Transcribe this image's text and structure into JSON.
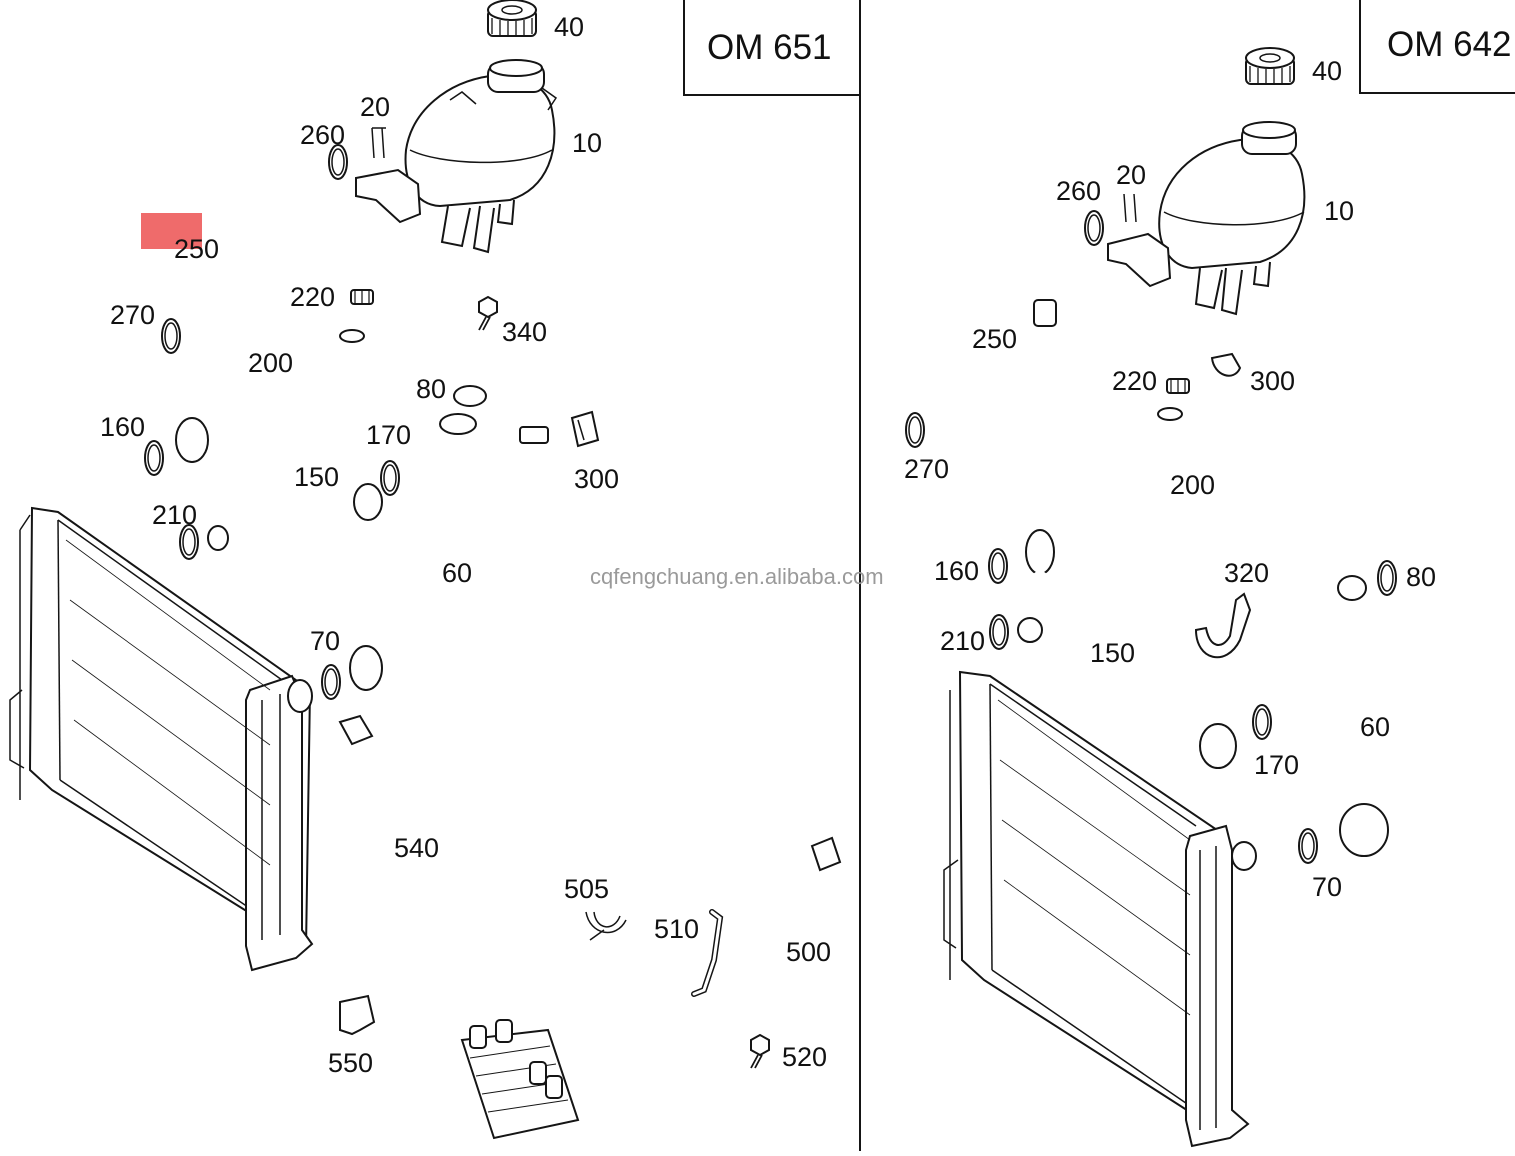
{
  "left_panel": {
    "engine_label": "OM 651",
    "callouts": {
      "c40": "40",
      "c10": "10",
      "c20": "20",
      "c260": "260",
      "c250": "250",
      "c270": "270",
      "c220": "220",
      "c340": "340",
      "c200": "200",
      "c80": "80",
      "c160": "160",
      "c170": "170",
      "c150": "150",
      "c300": "300",
      "c210": "210",
      "c60": "60",
      "c70": "70",
      "c540": "540",
      "c505": "505",
      "c510": "510",
      "c500": "500",
      "c550": "550",
      "c520": "520"
    }
  },
  "right_panel": {
    "engine_label": "OM 642",
    "callouts": {
      "c40": "40",
      "c10": "10",
      "c20": "20",
      "c260": "260",
      "c250": "250",
      "c220": "220",
      "c300": "300",
      "c270": "270",
      "c200": "200",
      "c160": "160",
      "c320": "320",
      "c80": "80",
      "c210": "210",
      "c150": "150",
      "c60": "60",
      "c170": "170",
      "c70": "70"
    }
  },
  "watermark": "cqfengchuang.en.alibaba.com",
  "colors": {
    "line": "#151515",
    "highlight": "#ef6b6b",
    "watermark": "#9a9a9a",
    "background": "#ffffff"
  }
}
